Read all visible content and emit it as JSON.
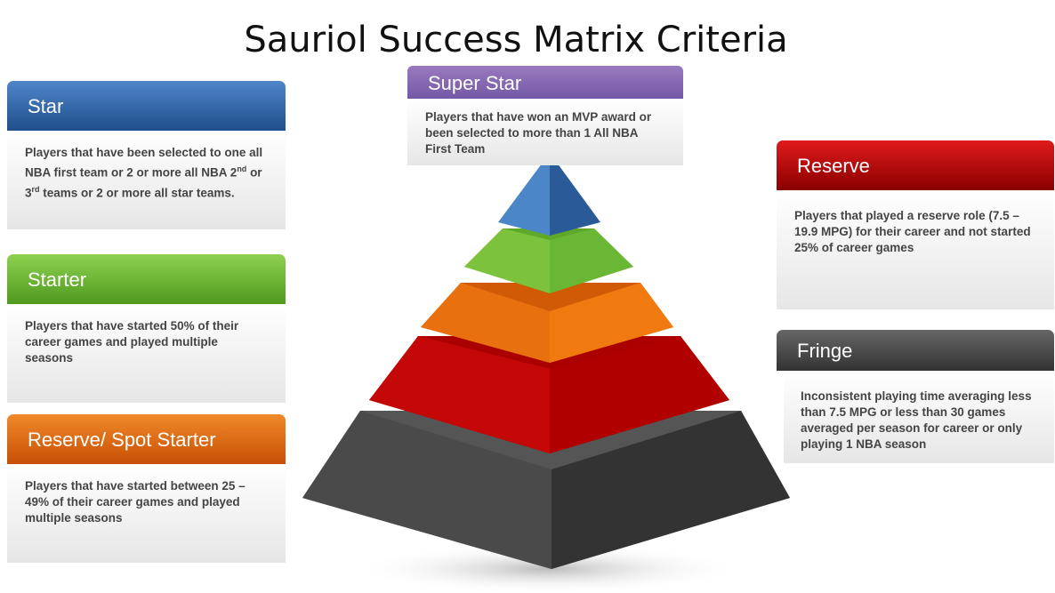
{
  "title": "Sauriol Success Matrix Criteria",
  "cards": {
    "superstar": {
      "label": "Super Star",
      "text": "Players that have won an MVP award or been selected to more than 1 All NBA First Team"
    },
    "star": {
      "label": "Star",
      "text_a": "Players that have been selected to one all NBA first team or 2 or more all NBA 2",
      "sup1": "nd",
      "text_b": " or 3",
      "sup2": "rd",
      "text_c": " teams or 2 or more all star teams."
    },
    "starter": {
      "label": "Starter",
      "text": "Players that have started 50% of their career games and played multiple seasons"
    },
    "spot": {
      "label": "Reserve/ Spot Starter",
      "text": "Players that have started between 25 – 49% of their career games and played multiple seasons"
    },
    "reserve": {
      "label": "Reserve",
      "text": "Players that played a reserve role (7.5 – 19.9 MPG) for their career and not started 25% of career games"
    },
    "fringe": {
      "label": "Fringe",
      "text": "Inconsistent playing time averaging less than 7.5 MPG or less than 30 games averaged per season for career  or only playing 1 NBA season"
    }
  },
  "colors": {
    "superstar": "#7e62ad",
    "star": "#2f65aa",
    "starter": "#6ab735",
    "spot": "#e06510",
    "reserve": "#c00000",
    "fringe": "#444444"
  }
}
